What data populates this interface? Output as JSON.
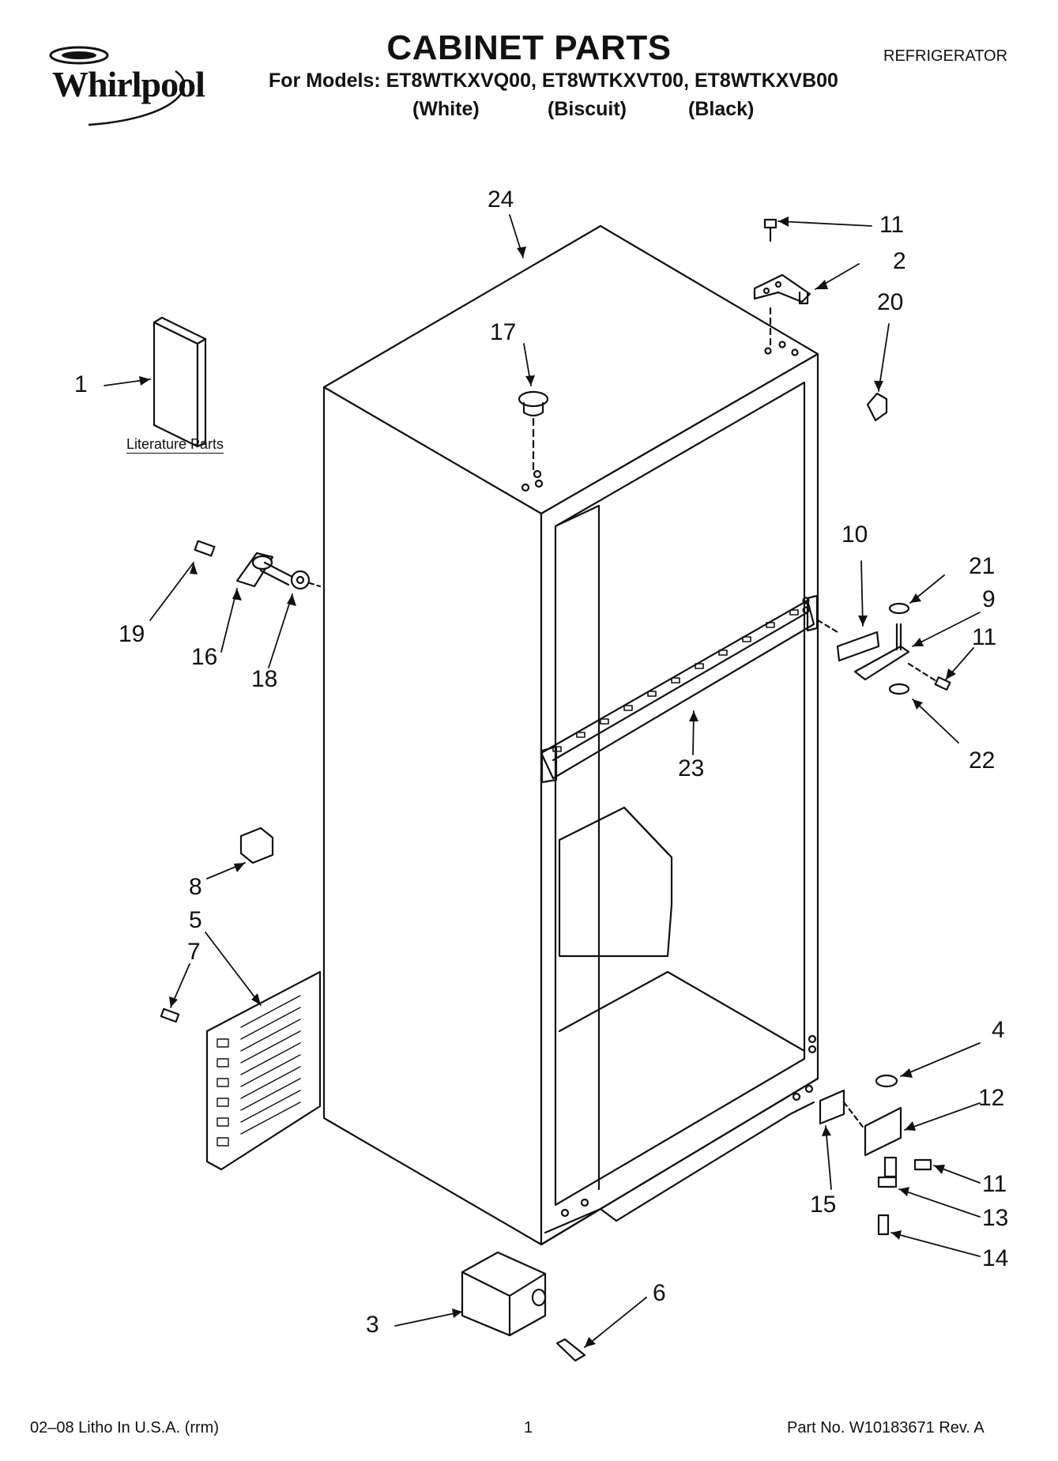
{
  "header": {
    "brand": "Whirlpool",
    "title": "CABINET PARTS",
    "category": "REFRIGERATOR",
    "models_line": "For Models: ET8WTKXVQ00, ET8WTKXVT00, ET8WTKXVB00",
    "colors": [
      "(White)",
      "(Biscuit)",
      "(Black)"
    ]
  },
  "labels": {
    "literature_parts": "Literature Parts"
  },
  "callouts": {
    "c1": "1",
    "c2": "2",
    "c3": "3",
    "c4": "4",
    "c5": "5",
    "c6": "6",
    "c7": "7",
    "c8": "8",
    "c9": "9",
    "c10": "10",
    "c11a": "11",
    "c11b": "11",
    "c11c": "11",
    "c12": "12",
    "c13": "13",
    "c14": "14",
    "c15": "15",
    "c16": "16",
    "c17": "17",
    "c18": "18",
    "c19": "19",
    "c20": "20",
    "c21": "21",
    "c22": "22",
    "c23": "23",
    "c24": "24"
  },
  "footer": {
    "litho": "02–08 Litho In U.S.A. (rrm)",
    "page": "1",
    "part_no": "Part No. W10183671 Rev. A"
  }
}
